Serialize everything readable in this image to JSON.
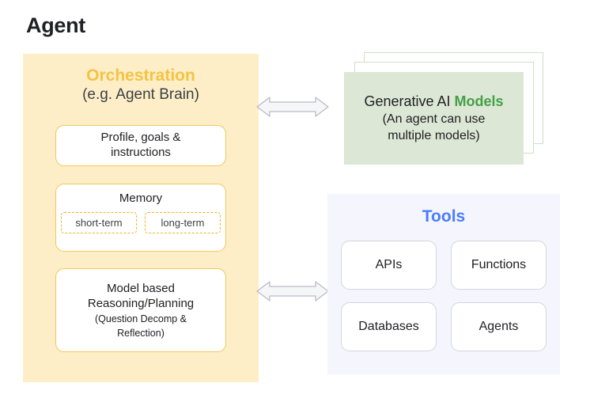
{
  "title": "Agent",
  "colors": {
    "orchestration_panel_bg": "#fdeec7",
    "orchestration_accent": "#f5c343",
    "orchestration_card_border": "#f3c75b",
    "models_card_bg": "#dce7d5",
    "models_accent": "#43a047",
    "models_ghost_border": "#cfdfc6",
    "tools_panel_bg": "#f4f5fd",
    "tools_accent": "#4a7dfc",
    "tools_card_border": "#d4d6dd",
    "arrow_fill": "#f5f6f8",
    "arrow_stroke": "#b9bcc4",
    "text_primary": "#202124"
  },
  "orchestration": {
    "heading": "Orchestration",
    "subheading": "(e.g. Agent Brain)",
    "profile_card": {
      "line1": "Profile, goals &",
      "line2": "instructions"
    },
    "memory_card": {
      "title": "Memory",
      "chips": [
        "short-term",
        "long-term"
      ]
    },
    "reasoning_card": {
      "line1": "Model based",
      "line2": "Reasoning/Planning",
      "sub1": "(Question Decomp &",
      "sub2": "Reflection)"
    }
  },
  "models": {
    "title_plain": "Generative AI ",
    "title_accent": "Models",
    "sub_line1": "(An agent can use",
    "sub_line2": "multiple models)",
    "stacked_cards_behind": 2
  },
  "tools": {
    "heading": "Tools",
    "items": [
      "APIs",
      "Functions",
      "Databases",
      "Agents"
    ]
  },
  "arrows": {
    "top": "bidirectional-arrow",
    "bottom": "bidirectional-arrow"
  }
}
